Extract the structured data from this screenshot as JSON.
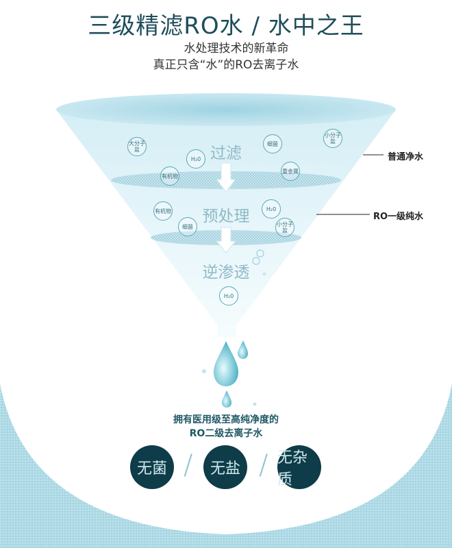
{
  "header": {
    "title": "三级精滤RO水 / 水中之王",
    "subtitle_1": "水处理技术的新革命",
    "subtitle_2": "真正只含“水”的RO去离子水"
  },
  "stages": [
    "过滤",
    "预处理",
    "逆渗透"
  ],
  "side_labels": {
    "top": "普通净水",
    "bottom": "RO一级纯水"
  },
  "bubbles": {
    "b1": "大分子盐",
    "b2": "H₂0",
    "b3": "细菌",
    "b4": "小分子盐",
    "b5": "有机物",
    "b6": "重金属",
    "b7": "有机物",
    "b8": "H₂0",
    "b9": "细菌",
    "b10": "小分子盐",
    "b11": "H₂0"
  },
  "caption": {
    "line1": "拥有医用级至高纯净度的",
    "line2": "RO二级去离子水"
  },
  "badges": [
    "无菌",
    "无盐",
    "无杂质"
  ],
  "colors": {
    "title": "#1f4d5a",
    "funnel_light": "#e8f6fa",
    "funnel_mid": "#bfe3ee",
    "badge_bg": "#0e3c48",
    "bottom_bg": "#a9d7e3"
  }
}
